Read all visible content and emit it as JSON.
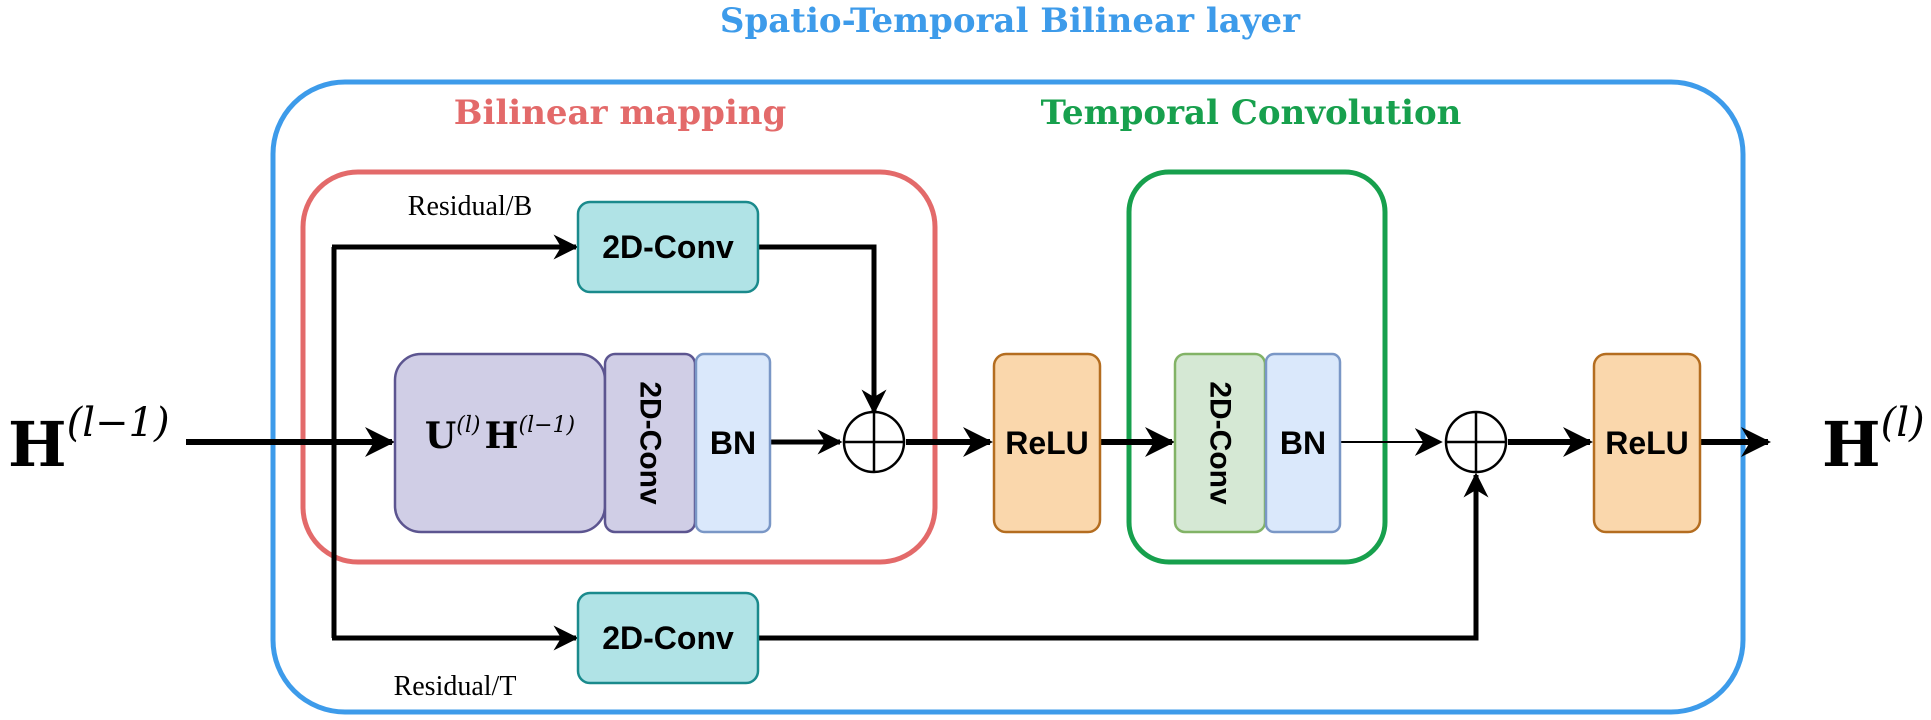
{
  "diagram": {
    "title": "Spatio-Temporal Bilinear layer",
    "groups": {
      "bilinear": {
        "label": "Bilinear mapping"
      },
      "temporal": {
        "label": "Temporal Convolution"
      }
    },
    "io": {
      "input": {
        "base": "H",
        "superscript": "(l−1)"
      },
      "output": {
        "base": "H",
        "superscript": "(l)"
      }
    },
    "nodes": {
      "bilinear_op": {
        "u": "U",
        "u_sup": "(l)",
        "h": "H",
        "h_sup": "(l−1)"
      },
      "conv_bilinear": {
        "label": "2D-Conv"
      },
      "bn_bilinear": {
        "label": "BN"
      },
      "residual_b_conv": {
        "label": "2D-Conv"
      },
      "residual_t_conv": {
        "label": "2D-Conv"
      },
      "relu_1": {
        "label": "ReLU"
      },
      "conv_temporal": {
        "label": "2D-Conv"
      },
      "bn_temporal": {
        "label": "BN"
      },
      "relu_2": {
        "label": "ReLU"
      }
    },
    "edge_labels": {
      "residual_b": "Residual/B",
      "residual_t": "Residual/T"
    },
    "colors": {
      "outer_border": "#3d9bea",
      "title": "#3d9bea",
      "bilinear_border": "#e36a6a",
      "bilinear_title": "#e36a6a",
      "temporal_border": "#17a04d",
      "temporal_title": "#17a04d",
      "purple_fill": "#d0cee6",
      "purple_stroke": "#5c5590",
      "bn_fill": "#dae8fb",
      "bn_stroke": "#7a97c6",
      "teal_fill": "#b0e3e6",
      "teal_stroke": "#1a8a8c",
      "relu_fill": "#fad7ac",
      "relu_stroke": "#b46d20",
      "green_fill": "#d5e8d4",
      "green_stroke": "#82b366"
    }
  }
}
